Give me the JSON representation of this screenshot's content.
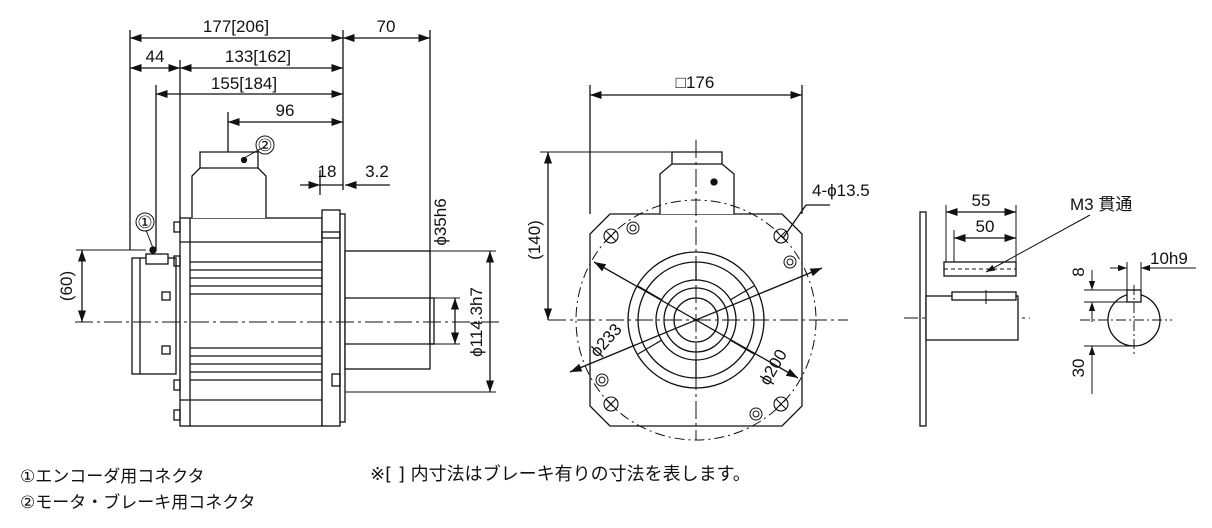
{
  "side_view": {
    "total_length": "177[206]",
    "shaft_length": "70",
    "encoder_length": "44",
    "body_length": "133[162]",
    "length_155": "155[184]",
    "connector_offset": "96",
    "flange_thickness": "18",
    "flange_lip": "3.2",
    "shaft_diameter": "ϕ35h6",
    "spigot_diameter": "ϕ114.3h7",
    "encoder_height": "(60)",
    "marker_1": "①",
    "marker_2": "②"
  },
  "front_view": {
    "flange_square": "□176",
    "connector_height": "(140)",
    "mounting_holes": "4-ϕ13.5",
    "pcd": "ϕ200",
    "outer_diameter": "ϕ233"
  },
  "shaft_detail": {
    "key_length_55": "55",
    "key_length_50": "50",
    "tap_note": "M3 貫通",
    "key_width": "10h9",
    "key_depth": "8",
    "shaft_height": "30"
  },
  "notes": {
    "legend_1": "①エンコーダ用コネクタ",
    "legend_2": "②モータ・ブレーキ用コネクタ",
    "bracket_note": "※[ ] 内寸法はブレーキ有りの寸法を表します。"
  }
}
